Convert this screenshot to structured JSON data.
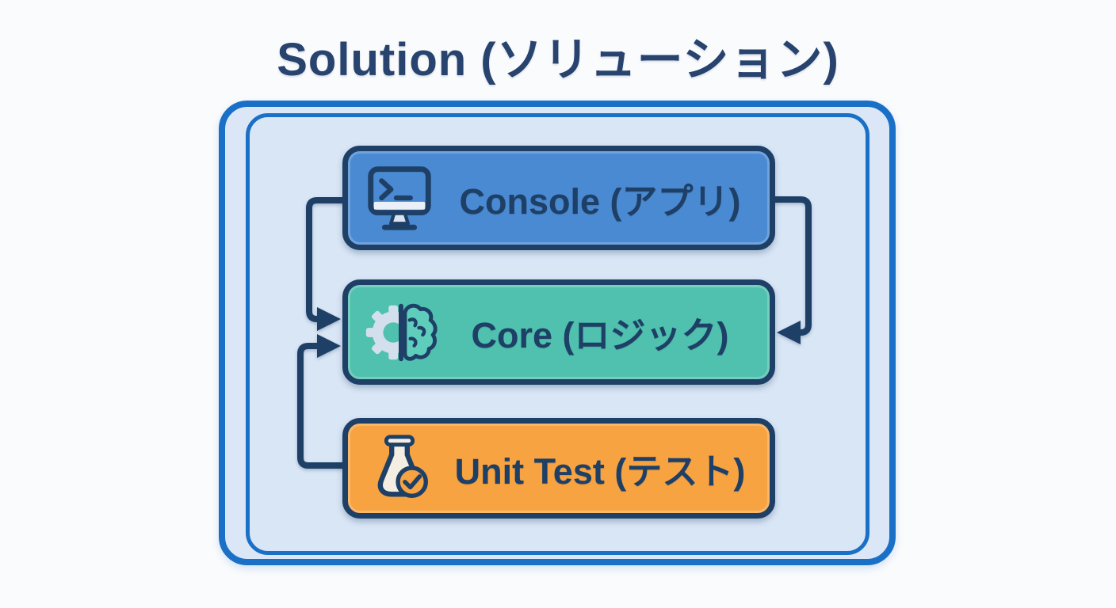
{
  "title": "Solution (ソリューション)",
  "container": {
    "name": "solution-container",
    "fill": "#d9e6f6",
    "border": "#1a70c6",
    "style": "double-rounded-border"
  },
  "nodes": [
    {
      "id": "console",
      "label": "Console (アプリ)",
      "icon": "terminal-monitor-icon",
      "fill": "#4a8ad2",
      "border": "#1e3f66"
    },
    {
      "id": "core",
      "label": "Core (ロジック)",
      "icon": "gear-brain-icon",
      "fill": "#4fc1ae",
      "border": "#1e3f66"
    },
    {
      "id": "unit_test",
      "label": "Unit Test (テスト)",
      "icon": "flask-check-icon",
      "fill": "#f7a342",
      "border": "#1e3f66"
    }
  ],
  "edges": [
    {
      "from": "console",
      "to": "core",
      "route": "left",
      "arrow": "into-core-left-upper"
    },
    {
      "from": "console",
      "to": "core",
      "route": "right",
      "arrow": "into-core-right"
    },
    {
      "from": "unit_test",
      "to": "core",
      "route": "left",
      "arrow": "into-core-left-lower"
    }
  ],
  "colors": {
    "page_background": "#fafbfd",
    "title_text": "#27436e",
    "node_text": "#1e3f66",
    "arrow": "#1e3f66",
    "container_fill": "#d9e6f6",
    "container_border": "#1a70c6",
    "console_fill": "#4a8ad2",
    "core_fill": "#4fc1ae",
    "unit_test_fill": "#f7a342"
  }
}
